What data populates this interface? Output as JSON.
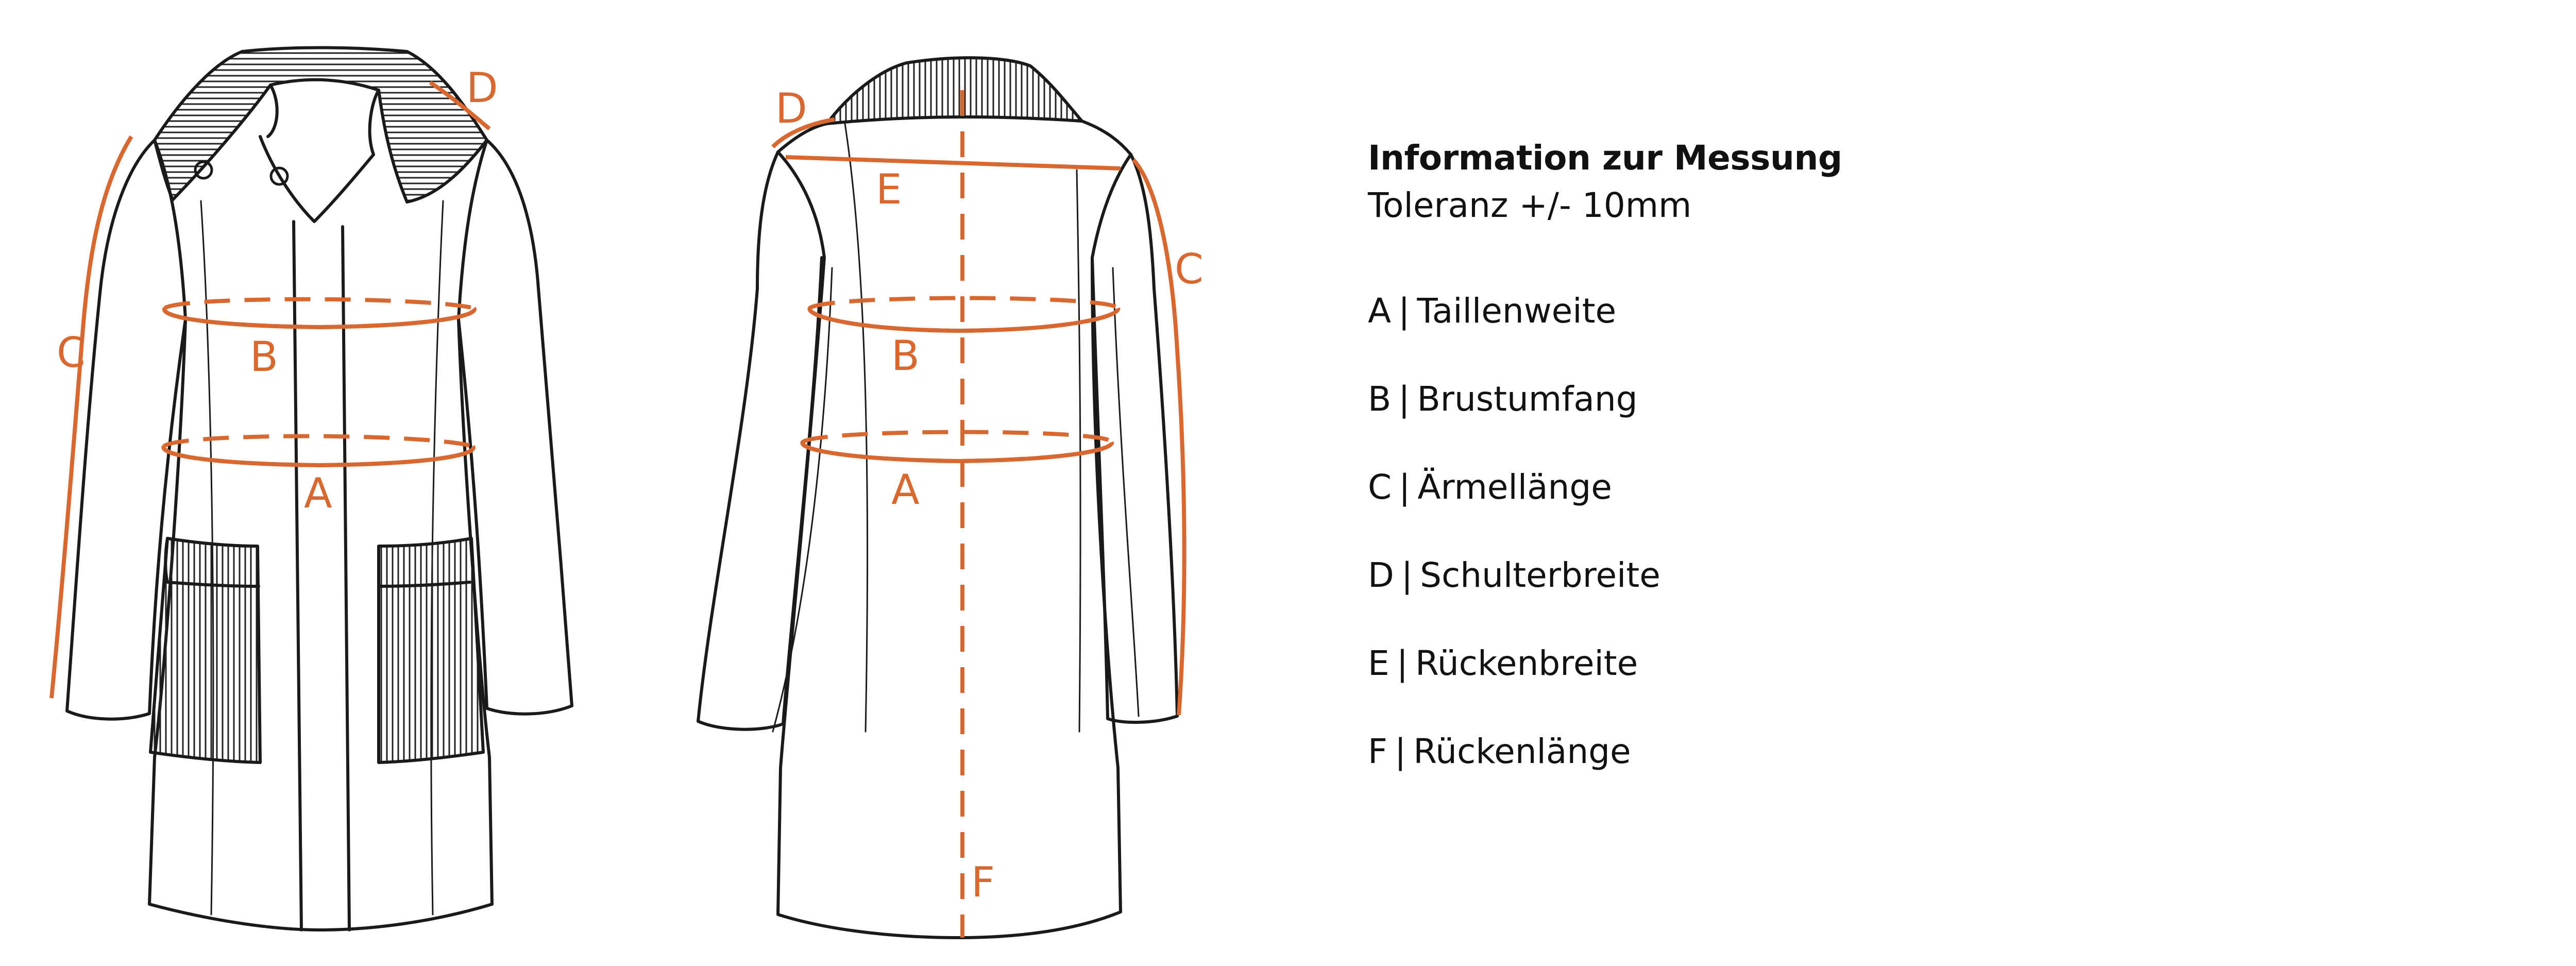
{
  "colors": {
    "measure": "#d8682f",
    "outline": "#1a1a1a",
    "text": "#111111"
  },
  "front_labels": {
    "a": "A",
    "b": "B",
    "c": "C",
    "d": "D"
  },
  "back_labels": {
    "a": "A",
    "b": "B",
    "c": "C",
    "d": "D",
    "e": "E",
    "f": "F"
  },
  "info": {
    "title": "Information zur Messung",
    "tolerance": "Toleranz +/- 10mm"
  },
  "legend": [
    {
      "code": "A",
      "label": "Taillenweite"
    },
    {
      "code": "B",
      "label": "Brustumfang"
    },
    {
      "code": "C",
      "label": "Ärmellänge"
    },
    {
      "code": "D",
      "label": "Schulterbreite"
    },
    {
      "code": "E",
      "label": "Rückenbreite"
    },
    {
      "code": "F",
      "label": "Rückenlänge"
    }
  ]
}
